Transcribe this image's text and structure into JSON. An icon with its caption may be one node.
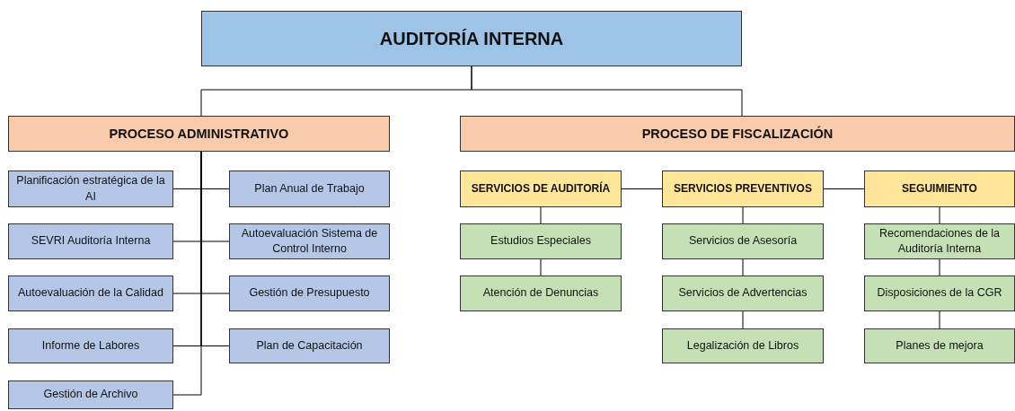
{
  "diagram": {
    "nodes": [
      {
        "text": [
          "AUDITORÍA INTERNA"
        ]
      },
      {
        "text": [
          "PROCESO ADMINISTRATIVO"
        ]
      },
      {
        "text": [
          "PROCESO DE FISCALIZACIÓN"
        ]
      },
      {
        "text": [
          "Planificación estratégica de la AI"
        ]
      },
      {
        "text": [
          "Plan Anual de Trabajo"
        ]
      },
      {
        "text": [
          "SEVRI Auditoría Interna"
        ]
      },
      {
        "text": [
          "Autoevaluación Sistema de Control Interno"
        ]
      },
      {
        "text": [
          "Autoevaluación de la Calidad"
        ]
      },
      {
        "text": [
          "Gestión de Presupuesto"
        ]
      },
      {
        "text": [
          "Informe de Labores"
        ]
      },
      {
        "text": [
          "Plan de Capacitación"
        ]
      },
      {
        "text": [
          "Gestión de Archivo"
        ]
      },
      {
        "text": [
          "SERVICIOS DE AUDITORÍA"
        ]
      },
      {
        "text": [
          "SERVICIOS PREVENTIVOS"
        ]
      },
      {
        "text": [
          "SEGUIMIENTO"
        ]
      },
      {
        "text": [
          "Estudios Especiales"
        ]
      },
      {
        "text": [
          "Atención de Denuncias"
        ]
      },
      {
        "text": [
          "Servicios de Asesoría"
        ]
      },
      {
        "text": [
          "Servicios de Advertencias"
        ]
      },
      {
        "text": [
          "Legalización de Libros"
        ]
      },
      {
        "text": [
          "Recomendaciones de la Auditoría Interna"
        ]
      },
      {
        "text": [
          "Disposiciones de la CGR"
        ]
      },
      {
        "text": [
          "Planes de mejora"
        ]
      }
    ],
    "edges": [
      {
        "from": 0,
        "to": 1,
        "arrow": "none"
      },
      {
        "from": 0,
        "to": 2,
        "arrow": "none"
      },
      {
        "from": 1,
        "to": 3,
        "arrow": "none"
      },
      {
        "from": 1,
        "to": 4,
        "arrow": "none"
      },
      {
        "from": 1,
        "to": 5,
        "arrow": "none"
      },
      {
        "from": 1,
        "to": 6,
        "arrow": "none"
      },
      {
        "from": 1,
        "to": 7,
        "arrow": "none"
      },
      {
        "from": 1,
        "to": 8,
        "arrow": "none"
      },
      {
        "from": 1,
        "to": 9,
        "arrow": "none"
      },
      {
        "from": 1,
        "to": 10,
        "arrow": "none"
      },
      {
        "from": 1,
        "to": 11,
        "arrow": "none"
      },
      {
        "from": 12,
        "to": 13,
        "arrow": "none"
      },
      {
        "from": 13,
        "to": 14,
        "arrow": "none"
      },
      {
        "from": 12,
        "to": 15,
        "arrow": "none"
      },
      {
        "from": 15,
        "to": 16,
        "arrow": "none"
      },
      {
        "from": 13,
        "to": 17,
        "arrow": "none"
      },
      {
        "from": 17,
        "to": 18,
        "arrow": "none"
      },
      {
        "from": 18,
        "to": 19,
        "arrow": "none"
      },
      {
        "from": 14,
        "to": 20,
        "arrow": "none"
      },
      {
        "from": 20,
        "to": 21,
        "arrow": "none"
      },
      {
        "from": 21,
        "to": 22,
        "arrow": "none"
      }
    ]
  }
}
